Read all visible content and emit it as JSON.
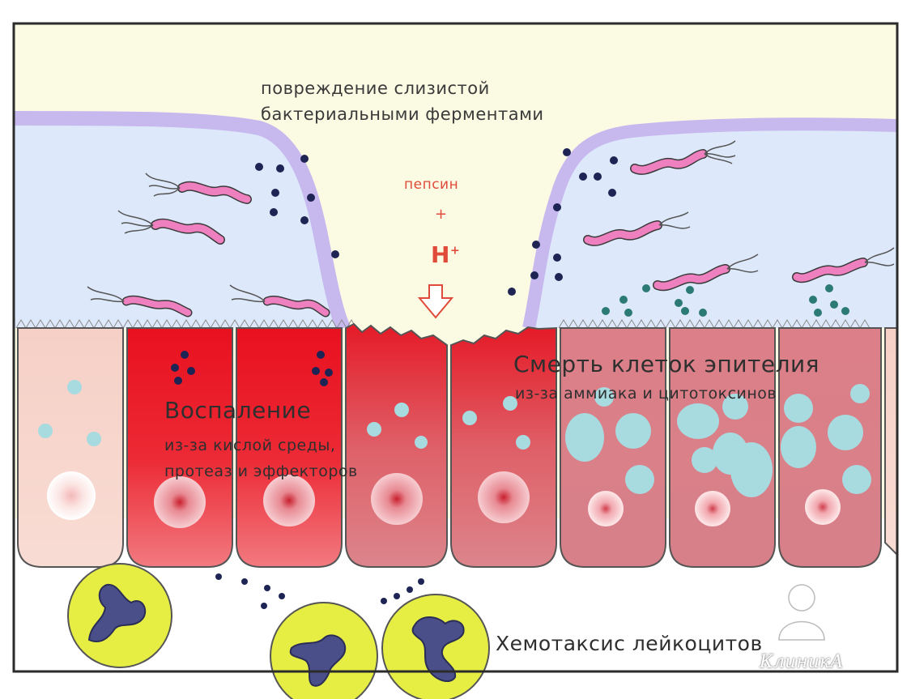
{
  "labels": {
    "mucosa_damage_line1": "повреждение слизистой",
    "mucosa_damage_line2": "бактериальными ферментами",
    "pepsin": "пепсин",
    "plus": "+",
    "h_ion": "H",
    "h_ion_charge": "+",
    "inflammation_title": "Воспаление",
    "inflammation_line1": "из-за кислой среды,",
    "inflammation_line2": "протеаз и эффекторов",
    "cell_death_title": "Смерть клеток эпителия",
    "cell_death_line1": "из-за аммиака и цитотоксинов",
    "chemotaxis": "Хемотаксис лейкоцитов",
    "watermark": "КлиникА"
  },
  "colors": {
    "frame": "#2b2b2b",
    "top_background": "#fbfbe3",
    "mucus_layer": "#dce9fb",
    "mucus_border": "#c6b6ee",
    "healthy_cell": "#f6cfc4",
    "inflamed_cell": "#e8202c",
    "damaged_cell": "#dc7d86",
    "vacuole": "#a6dbe0",
    "bacterium": "#e86fb0",
    "leukocyte": "#e6ee44",
    "leukocyte_nucleus": "#4a4f8a",
    "red_text": "#e04a3a",
    "dots_dark": "#1e2454",
    "dots_teal": "#2b7a74"
  }
}
